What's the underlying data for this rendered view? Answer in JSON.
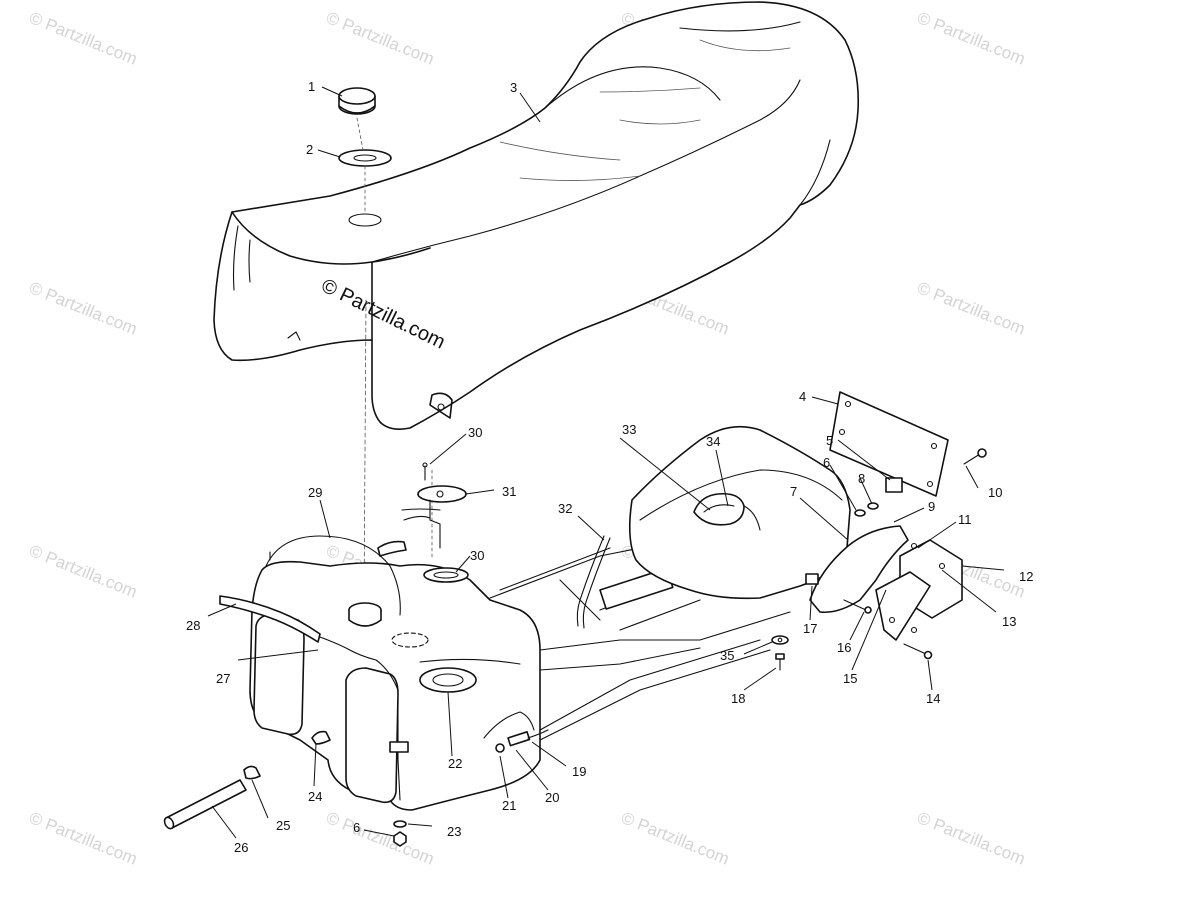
{
  "watermark": {
    "text": "© Partzilla.com"
  },
  "callouts": {
    "c1": "1",
    "c2": "2",
    "c3": "3",
    "c4": "4",
    "c5": "5",
    "c6a": "6",
    "c7": "7",
    "c8": "8",
    "c9": "9",
    "c10": "10",
    "c11": "11",
    "c12": "12",
    "c13": "13",
    "c14": "14",
    "c15": "15",
    "c16": "16",
    "c17": "17",
    "c18": "18",
    "c19": "19",
    "c20": "20",
    "c21": "21",
    "c22": "22",
    "c23": "23",
    "c24": "24",
    "c25": "25",
    "c26": "26",
    "c27": "27",
    "c28": "28",
    "c29": "29",
    "c30a": "30",
    "c30b": "30",
    "c31": "31",
    "c32": "32",
    "c33": "33",
    "c34": "34",
    "c35": "35",
    "c6b": "6"
  }
}
